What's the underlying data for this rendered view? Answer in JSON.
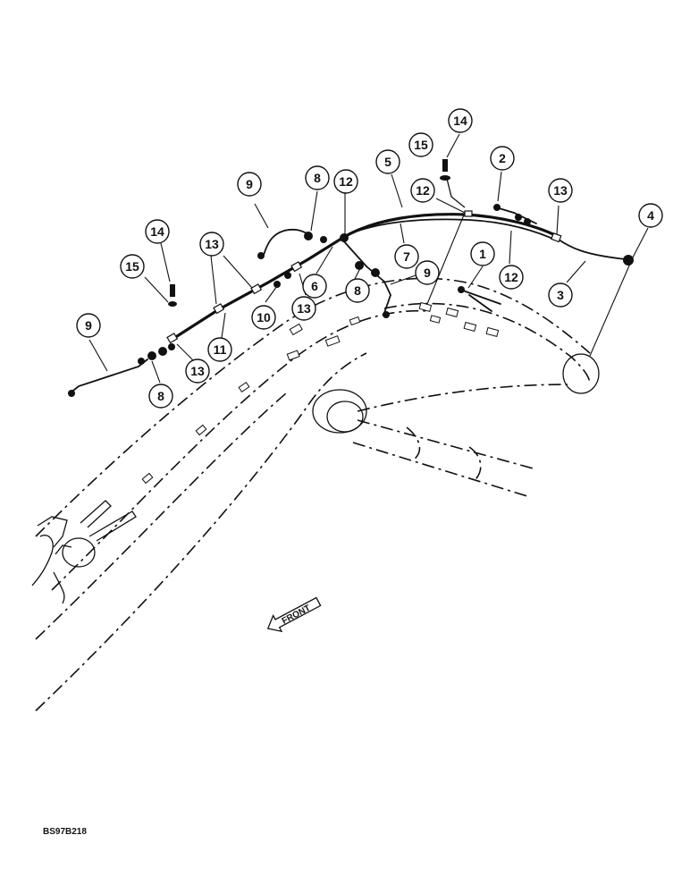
{
  "figure_code": "BS97B218",
  "front_label": "FRONT",
  "callouts": [
    {
      "label": "1"
    },
    {
      "label": "2"
    },
    {
      "label": "3"
    },
    {
      "label": "4"
    },
    {
      "label": "5"
    },
    {
      "label": "6"
    },
    {
      "label": "7"
    },
    {
      "label": "8"
    },
    {
      "label": "8"
    },
    {
      "label": "8"
    },
    {
      "label": "9"
    },
    {
      "label": "9"
    },
    {
      "label": "9"
    },
    {
      "label": "10"
    },
    {
      "label": "11"
    },
    {
      "label": "12"
    },
    {
      "label": "12"
    },
    {
      "label": "12"
    },
    {
      "label": "13"
    },
    {
      "label": "13"
    },
    {
      "label": "13"
    },
    {
      "label": "13"
    },
    {
      "label": "14"
    },
    {
      "label": "14"
    },
    {
      "label": "15"
    },
    {
      "label": "15"
    }
  ]
}
